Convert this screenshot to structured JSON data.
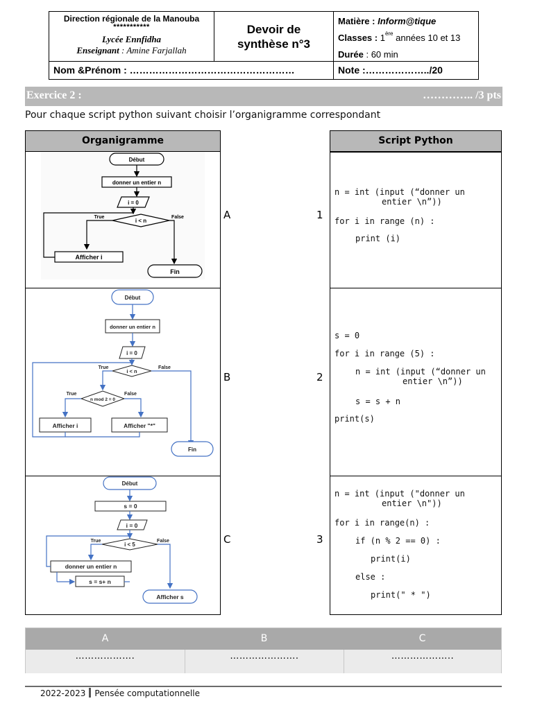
{
  "header": {
    "direction": "Direction régionale de la Manouba",
    "stars": "***********",
    "lycee": "Lycée Ennfidha",
    "enseignant_label": "Enseignant",
    "enseignant_name": " : Amine Farjallah",
    "title_line1": "Devoir de",
    "title_line2": "synthèse n°3",
    "matiere_label": "Matière : ",
    "matiere_value": "Inform@tique",
    "classes_label": "Classes : ",
    "classes_num": "1",
    "classes_sup": "ère",
    "classes_rest": " années 10 et 13",
    "duree_label": "Durée",
    "duree_value": " : 60 min",
    "nom": "Nom &Prénom : ……………………………………………",
    "note": "Note :………………../20"
  },
  "exercise": {
    "title": "Exercice 2 :",
    "points": "………….. /3 pts",
    "instruction": "Pour chaque script python suivant choisir l’organigramme correspondant"
  },
  "columns": {
    "organigramme": "Organigramme",
    "script": "Script Python"
  },
  "flowcharts": {
    "a": {
      "debut": "Début",
      "input": "donner un entier n",
      "init": "i = 0",
      "cond": "i < n",
      "true": "True",
      "false": "False",
      "output": "Afficher  i",
      "fin": "Fin"
    },
    "b": {
      "debut": "Début",
      "input": "donner un entier n",
      "init": "i = 0",
      "cond": "i < n",
      "true": "True",
      "false": "False",
      "cond2": "n mod 2 = 0",
      "true2": "True",
      "false2": "False",
      "out1": "Afficher  i",
      "out2": "Afficher \"*\"",
      "fin": "Fin"
    },
    "c": {
      "debut": "Début",
      "s_init": "s = 0",
      "init": "i = 0",
      "cond": "i < 5",
      "true": "True",
      "false": "False",
      "input": "donner un entier n",
      "accum": "s = s+ n",
      "output": "Afficher s"
    }
  },
  "labels": {
    "a": "A",
    "b": "B",
    "c": "C",
    "n1": "1",
    "n2": "2",
    "n3": "3"
  },
  "scripts": {
    "s1": {
      "l1": "n = int (input (“donner un",
      "l2": "entier \\n”))",
      "l3": "for i in range (n) :",
      "l4": "print (i)"
    },
    "s2": {
      "l1": "s = 0",
      "l2": "for i in range (5) :",
      "l3": "n = int (input (“donner un",
      "l4": "entier \\n”))",
      "l5": "s = s + n",
      "l6": "print(s)"
    },
    "s3": {
      "l1": "n = int (input (\"donner un",
      "l2": "entier \\n\"))",
      "l3": "for i in range(n) :",
      "l4": "if (n % 2 == 0) :",
      "l5": "print(i)",
      "l6": "else :",
      "l7": "print(\" * \")"
    }
  },
  "answers": {
    "headers": [
      "A",
      "B",
      "C"
    ],
    "blanks": [
      "……………….",
      "………………….",
      "……………….."
    ]
  },
  "footer": {
    "year": "2022-2023",
    "subject": "Pensée computationnelle"
  }
}
